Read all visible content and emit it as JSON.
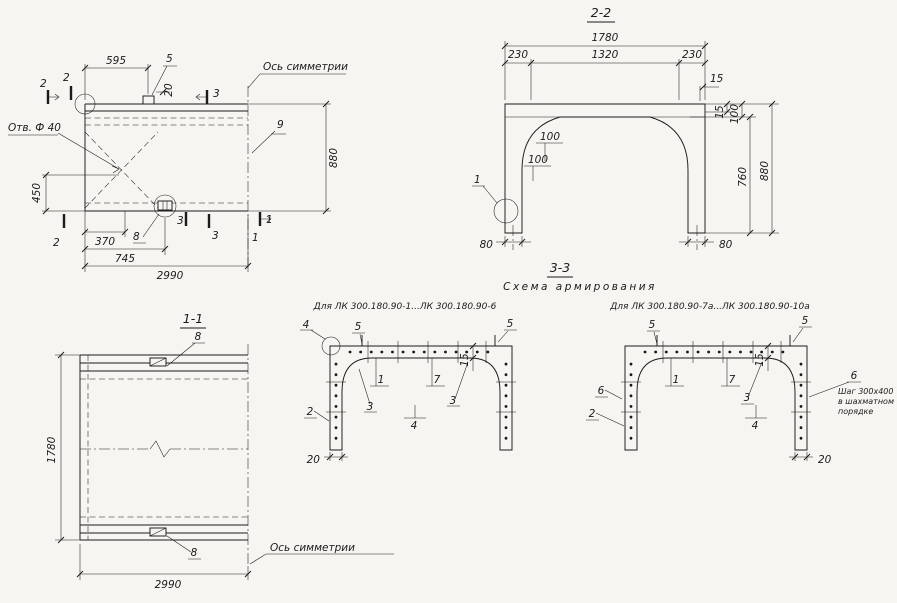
{
  "colors": {
    "ink": "#1b1b1b",
    "paper": "#f7f5f1"
  },
  "plan": {
    "axis_label": "Ось симметрии",
    "hole_label": "Отв. Ф 40",
    "d595": "595",
    "d20": "20",
    "d880": "880",
    "d450": "450",
    "d370": "370",
    "d745": "745",
    "d2990": "2990",
    "m1": "1",
    "m2": "2",
    "m3": "3",
    "m5": "5",
    "m8": "8",
    "m9": "9"
  },
  "s22": {
    "title": "2-2",
    "d1780": "1780",
    "d230": "230",
    "d1320": "1320",
    "d15": "15",
    "d100": "100",
    "d760": "760",
    "d880": "880",
    "d80": "80",
    "m1": "1"
  },
  "s33": {
    "title": "3-3",
    "subtitle": "Схема армирования",
    "caption_left": "Для ЛК 300.180.90-1...ЛК 300.180.90-6",
    "caption_right": "Для ЛК 300.180.90-7а...ЛК 300.180.90-10а",
    "m1": "1",
    "m2": "2",
    "m3": "3",
    "m4": "4",
    "m5": "5",
    "m6": "6",
    "m7": "7",
    "d15": "15",
    "d20": "20",
    "note1": "Шаг 300х400",
    "note2": "в шахматном",
    "note3": "порядке"
  },
  "s11": {
    "title": "1-1",
    "d1780": "1780",
    "d2990": "2990",
    "m8": "8",
    "axis_label": "Ось симметрии"
  }
}
